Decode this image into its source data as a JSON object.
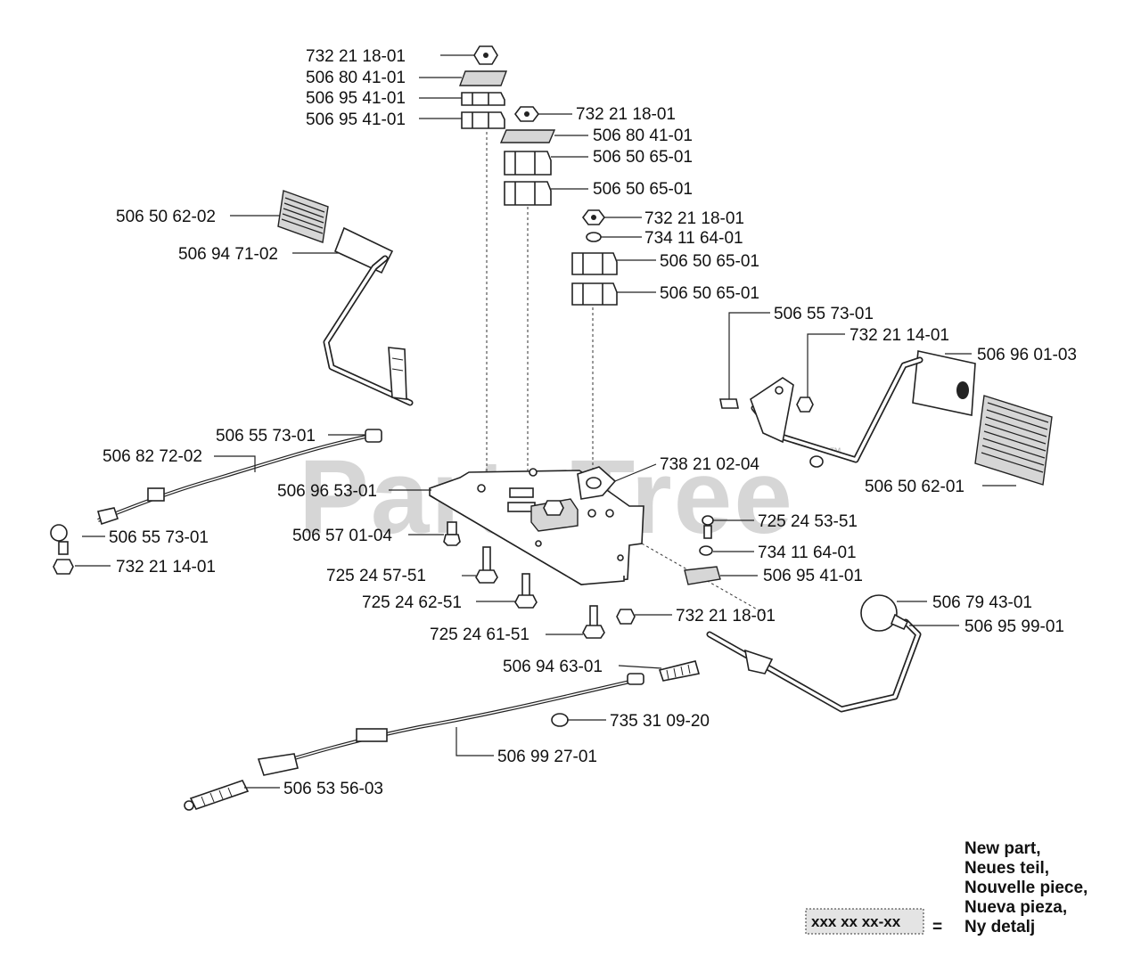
{
  "watermark": "PartsTree",
  "watermark_tm": "™",
  "labels": {
    "nut_top": "732 21 18-01",
    "plate_top": "506 80 41-01",
    "block_top_a": "506 95 41-01",
    "block_top_b": "506 95 41-01",
    "nut_mid": "732 21 18-01",
    "plate_mid": "506 80 41-01",
    "block_mid_a": "506 50 65-01",
    "block_mid_b": "506 50 65-01",
    "nut_right": "732 21 18-01",
    "washer_right": "734 11 64-01",
    "block_right_a": "506 50 65-01",
    "block_right_b": "506 50 65-01",
    "pedal_pad_left": "506 50 62-02",
    "pedal_sleeve_left": "506 94 71-02",
    "clip_right_pedal": "506 55 73-01",
    "nut_right_pedal": "732 21 14-01",
    "pedal_right": "506 96 01-03",
    "clip_cable_left": "506 55 73-01",
    "cable_left": "506 82 72-02",
    "plate_main": "506 96 53-01",
    "clip_cable_end": "506 55 73-01",
    "nut_cable_end": "732 21 14-01",
    "bracket_main": "738 21 02-04",
    "pedal_pad_right": "506 50 62-01",
    "screw_left": "506 57 01-04",
    "bolt_a": "725 24 57-51",
    "bolt_b": "725 24 62-51",
    "bolt_c": "725 24 61-51",
    "bolt_right": "725 24 53-51",
    "washer_lower": "734 11 64-01",
    "block_lower": "506 95 41-01",
    "nut_lower": "732 21 18-01",
    "knob": "506 79 43-01",
    "lever": "506 95 99-01",
    "spring": "506 94 63-01",
    "clip_spring": "735 31 09-20",
    "cable_bottom": "506 99 27-01",
    "cable_bottom_end": "506 53 56-03"
  },
  "legend": {
    "sample": "xxx xx xx-xx",
    "equals": "=",
    "lines": [
      "New part,",
      "Neues teil,",
      "Nouvelle piece,",
      "Nueva pieza,",
      "Ny detalj"
    ]
  }
}
